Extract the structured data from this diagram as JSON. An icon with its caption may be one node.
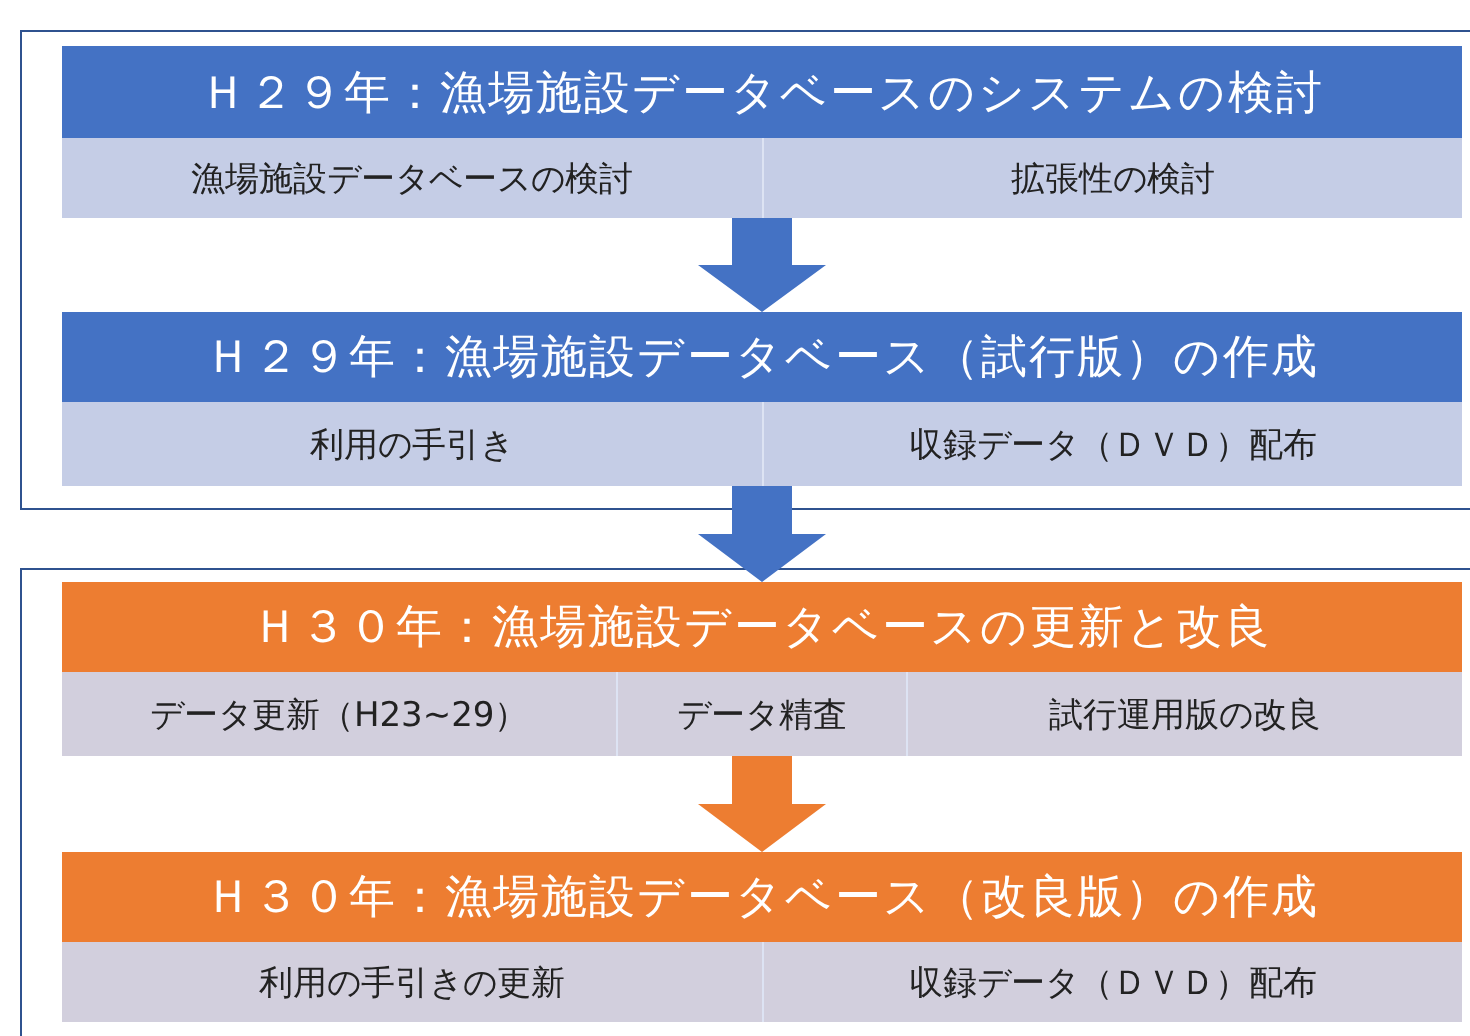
{
  "diagram": {
    "nodes": [
      {
        "text": [],
        "shape": "box"
      },
      {
        "text": [
          "Ｈ２９年：漁場施設データベースのシステムの検討"
        ],
        "in": 0
      },
      {
        "text": [
          "漁場施設データベースの検討"
        ],
        "in": 1
      },
      {
        "text": [
          "拡張性の検討"
        ],
        "in": 1
      },
      {
        "text": [
          "Ｈ２９年：漁場施設データベース（試行版）の作成"
        ],
        "in": 0
      },
      {
        "text": [
          "利用の手引き"
        ],
        "in": 4
      },
      {
        "text": [
          "収録データ（ＤＶＤ）配布"
        ],
        "in": 4
      },
      {
        "text": [],
        "shape": "box"
      },
      {
        "text": [
          "Ｈ３０年：漁場施設データベースの更新と改良"
        ],
        "in": 7
      },
      {
        "text": [
          "データ更新（H23~29）"
        ],
        "in": 8
      },
      {
        "text": [
          "データ精査"
        ],
        "in": 8
      },
      {
        "text": [
          "試行運用版の改良"
        ],
        "in": 8
      },
      {
        "text": [
          "Ｈ３０年：漁場施設データベース（改良版）の作成"
        ],
        "in": 7
      },
      {
        "text": [
          "利用の手引きの更新"
        ],
        "in": 12
      },
      {
        "text": [
          "収録データ（ＤＶＤ）配布"
        ],
        "in": 12
      }
    ],
    "edges": [
      {
        "from": 1,
        "to": 4,
        "arrow": "to"
      },
      {
        "from": 4,
        "to": 8,
        "arrow": "to"
      },
      {
        "from": 8,
        "to": 12,
        "arrow": "to",
        "color": "#ed7d31"
      }
    ]
  }
}
